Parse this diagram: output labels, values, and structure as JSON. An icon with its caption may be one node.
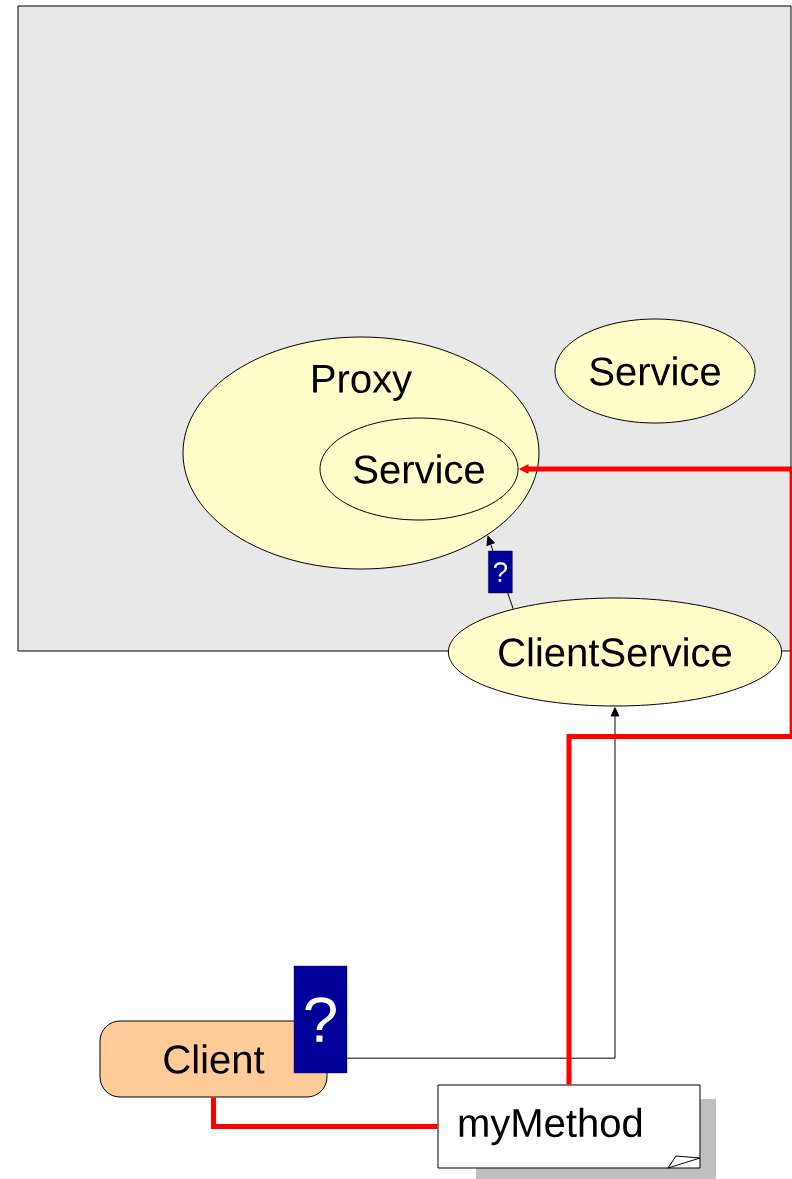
{
  "diagram": {
    "nodes": [
      {
        "text": [],
        "shape": "box"
      },
      {
        "text": [
          "Proxy"
        ],
        "in": 0
      },
      {
        "text": [
          "Service"
        ],
        "in": 1
      },
      {
        "text": [
          "Service"
        ],
        "in": 0
      },
      {
        "text": [
          "ClientService"
        ]
      },
      {
        "text": [
          "Client"
        ]
      },
      {
        "text": [
          "?"
        ]
      },
      {
        "text": [
          "myMethod"
        ]
      }
    ],
    "edges": [
      {
        "from": 6,
        "to": 4,
        "arrow": "to"
      },
      {
        "from": 4,
        "to": 1,
        "arrow": "to",
        "label": "?"
      },
      {
        "from": 5,
        "to": 7,
        "arrow": "none",
        "style": "thick",
        "color": "#ff0000"
      },
      {
        "from": 7,
        "to": 2,
        "arrow": "to",
        "style": "thick",
        "color": "#ff0000"
      }
    ]
  }
}
